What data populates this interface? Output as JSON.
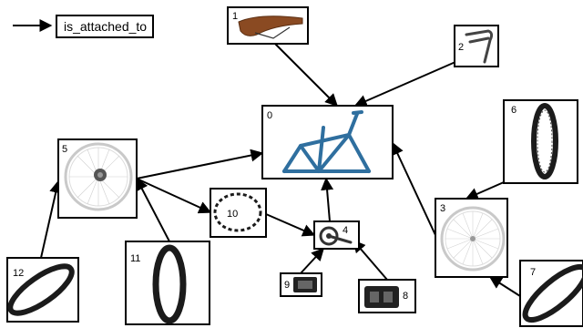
{
  "legend": {
    "label": "is_attached_to"
  },
  "nodes": [
    {
      "id": "0",
      "label": "0",
      "icon": "bicycle-frame-icon"
    },
    {
      "id": "1",
      "label": "1",
      "icon": "saddle-icon"
    },
    {
      "id": "2",
      "label": "2",
      "icon": "brake-levers-icon"
    },
    {
      "id": "3",
      "label": "3",
      "icon": "rear-wheel-icon"
    },
    {
      "id": "4",
      "label": "4",
      "icon": "crankset-icon"
    },
    {
      "id": "5",
      "label": "5",
      "icon": "front-wheel-icon"
    },
    {
      "id": "6",
      "label": "6",
      "icon": "tire-icon"
    },
    {
      "id": "7",
      "label": "7",
      "icon": "tire-icon"
    },
    {
      "id": "8",
      "label": "8",
      "icon": "pedal-icon"
    },
    {
      "id": "9",
      "label": "9",
      "icon": "pedal-icon"
    },
    {
      "id": "10",
      "label": "10",
      "icon": "chain-icon"
    },
    {
      "id": "11",
      "label": "11",
      "icon": "tire-icon"
    },
    {
      "id": "12",
      "label": "12",
      "icon": "tire-icon"
    }
  ],
  "edges": [
    {
      "from": "1",
      "to": "0"
    },
    {
      "from": "2",
      "to": "0"
    },
    {
      "from": "5",
      "to": "0"
    },
    {
      "from": "3",
      "to": "0"
    },
    {
      "from": "4",
      "to": "0"
    },
    {
      "from": "6",
      "to": "3"
    },
    {
      "from": "7",
      "to": "3"
    },
    {
      "from": "10",
      "to": "4"
    },
    {
      "from": "9",
      "to": "4"
    },
    {
      "from": "8",
      "to": "4"
    },
    {
      "from": "5",
      "to": "10"
    },
    {
      "from": "11",
      "to": "5"
    },
    {
      "from": "12",
      "to": "5"
    }
  ],
  "colors": {
    "frame_blue": "#2f6f9f",
    "saddle_brown": "#8a4a22",
    "tire_black": "#1b1b1b",
    "rim_silver": "#c9c9c9"
  }
}
